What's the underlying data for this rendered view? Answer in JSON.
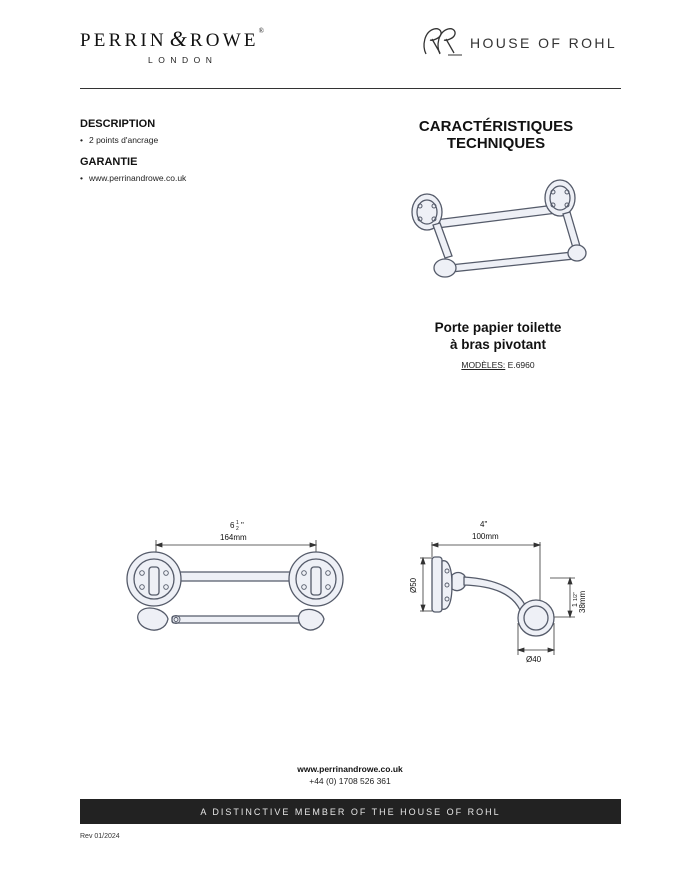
{
  "header": {
    "brand_left": "PERRIN",
    "brand_amp": "&",
    "brand_right": "ROWE",
    "brand_mark": "®",
    "brand_city": "LONDON",
    "brand_partner": "HOUSE OF ROHL"
  },
  "left": {
    "description_heading": "DESCRIPTION",
    "description_items": [
      "2 points d'ancrage"
    ],
    "warranty_heading": "GARANTIE",
    "warranty_items": [
      "www.perrinandrowe.co.uk"
    ]
  },
  "right": {
    "title_line1": "CARACTÉRISTIQUES",
    "title_line2": "TECHNIQUES",
    "product_line1": "Porte papier toilette",
    "product_line2": "à bras pivotant",
    "models_label": "MODÈLES:",
    "models_value": "E.6960"
  },
  "dimensions": {
    "front_width_in": "6",
    "front_width_frac_num": "1",
    "front_width_frac_den": "2",
    "front_width_mm": "164mm",
    "side_depth_in": "4\"",
    "side_depth_mm": "100mm",
    "side_height_label": "Ø50",
    "side_offset_in_whole": "1",
    "side_offset_frac": "1/2\"",
    "side_offset_mm": "38mm",
    "side_diameter_label": "Ø40"
  },
  "footer": {
    "website": "www.perrinandrowe.co.uk",
    "phone": "+44 (0) 1708 526 361",
    "band_text": "A DISTINCTIVE MEMBER OF THE HOUSE OF ROHL",
    "revision": "Rev 01/2024"
  },
  "colors": {
    "line": "#555b6a",
    "chrome_fill": "#eef0f6",
    "band": "#222222"
  }
}
